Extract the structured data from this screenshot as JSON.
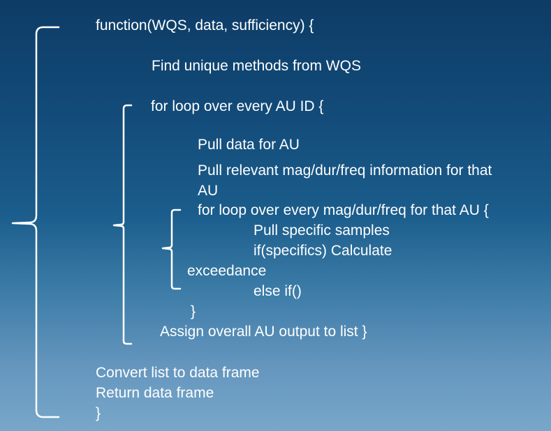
{
  "code": {
    "header": "function(WQS, data, sufficiency) {",
    "find_methods": "Find unique methods from WQS",
    "loop_au": "for loop over every AU ID {",
    "pull_data": "Pull data for AU",
    "pull_relevant_1": "Pull relevant mag/dur/freq information for that",
    "pull_relevant_2": "AU",
    "loop_mdf": "for loop over every mag/dur/freq for that AU {",
    "pull_samples": "Pull specific samples",
    "if_specifics": "if(specifics) Calculate",
    "exceedance": "exceedance",
    "else_if": "else if()",
    "inner_close": "}",
    "assign_output": "Assign overall AU output to list }",
    "convert_list": "Convert list to data frame",
    "return_df": "Return data frame",
    "outer_close": "}"
  }
}
